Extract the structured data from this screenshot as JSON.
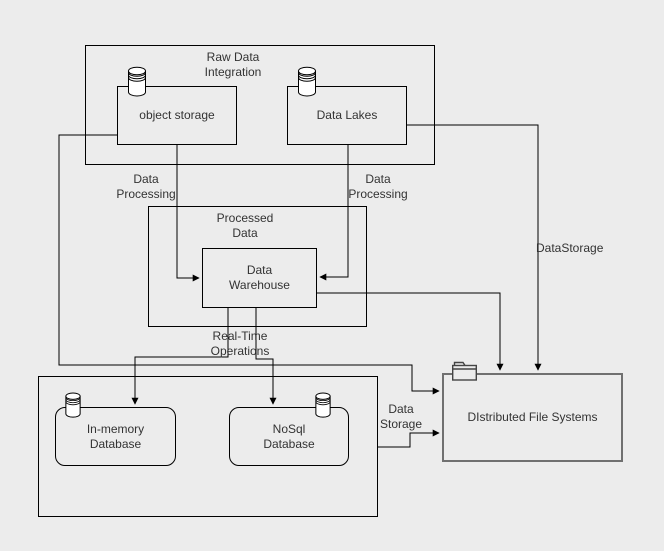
{
  "colors": {
    "background": "#ececec",
    "line": "#000000",
    "dfs_border": "#707070",
    "text": "#333333",
    "icon_fill": "#ffffff"
  },
  "containers": {
    "raw_data_integration": {
      "title": "Raw Data Integration"
    },
    "processed_data": {
      "title": "Processed Data"
    },
    "operational_databases": {
      "title": ""
    }
  },
  "nodes": {
    "object_storage": {
      "label": "object storage",
      "icon": "database-icon"
    },
    "data_lakes": {
      "label": "Data Lakes",
      "icon": "database-icon"
    },
    "data_warehouse": {
      "label": "Data Warehouse"
    },
    "in_memory_database": {
      "label": "In-memory Database",
      "icon": "database-icon"
    },
    "nosql_database": {
      "label": "NoSql Database",
      "icon": "database-icon"
    },
    "distributed_file_systems": {
      "label": "DIstributed File Systems",
      "icon": "folder-icon"
    }
  },
  "edge_labels": {
    "data_processing_left": "Data Processing",
    "data_processing_right": "Data Processing",
    "real_time_operations": "Real-Time Operations",
    "data_storage_vertical": "DataStorage",
    "data_storage_bottom": "Data Storage"
  }
}
